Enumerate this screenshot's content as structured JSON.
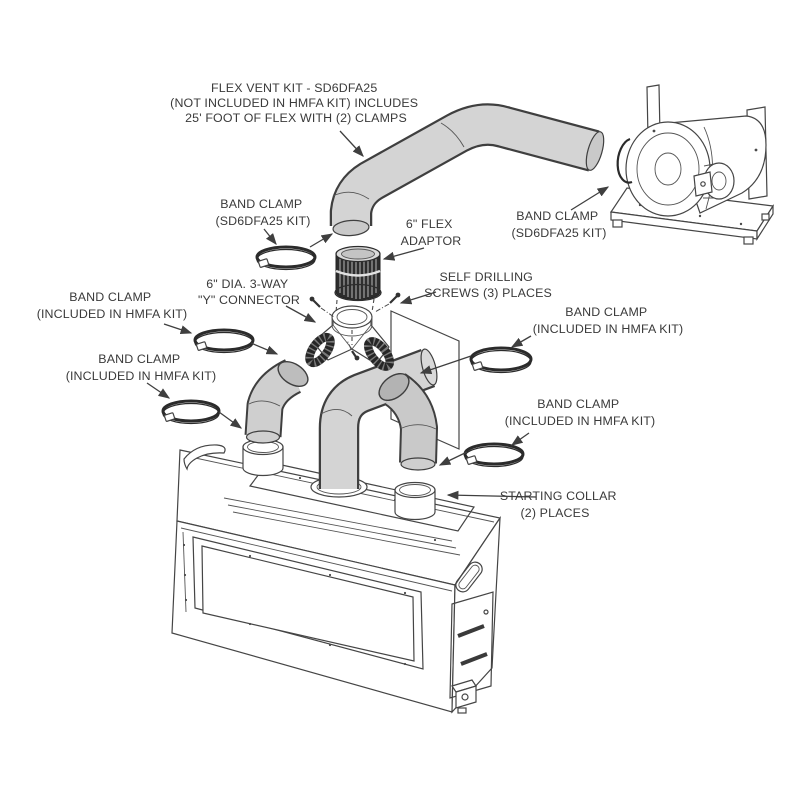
{
  "colors": {
    "background": "#ffffff",
    "line": "#454545",
    "label_text": "#3a3a3a",
    "duct_gray": "#d4d4d4",
    "duct_cap": "#c9c9c9",
    "dark_part": "#2d2d2d"
  },
  "labels": {
    "flex_vent_kit": [
      "FLEX VENT KIT - SD6DFA25",
      "(NOT INCLUDED IN HMFA KIT) INCLUDES",
      "25' FOOT OF FLEX WITH (2) CLAMPS"
    ],
    "band_clamp_sd_left": [
      "BAND CLAMP",
      "(SD6DFA25 KIT)"
    ],
    "flex_adaptor": [
      "6\" FLEX",
      "ADAPTOR"
    ],
    "band_clamp_sd_right": [
      "BAND CLAMP",
      "(SD6DFA25 KIT)"
    ],
    "band_clamp_hmfa_left_upper": [
      "BAND CLAMP",
      "(INCLUDED IN HMFA KIT)"
    ],
    "y_connector": [
      "6\" DIA. 3-WAY",
      "\"Y\" CONNECTOR"
    ],
    "self_drilling_screws": [
      "SELF DRILLING",
      "SCREWS (3) PLACES"
    ],
    "band_clamp_hmfa_right_upper": [
      "BAND CLAMP",
      "(INCLUDED IN HMFA KIT)"
    ],
    "band_clamp_hmfa_left_lower": [
      "BAND CLAMP",
      "(INCLUDED IN HMFA KIT)"
    ],
    "band_clamp_hmfa_right_lower": [
      "BAND CLAMP",
      "(INCLUDED IN HMFA KIT)"
    ],
    "starting_collar": [
      "STARTING COLLAR",
      "(2) PLACES"
    ]
  }
}
